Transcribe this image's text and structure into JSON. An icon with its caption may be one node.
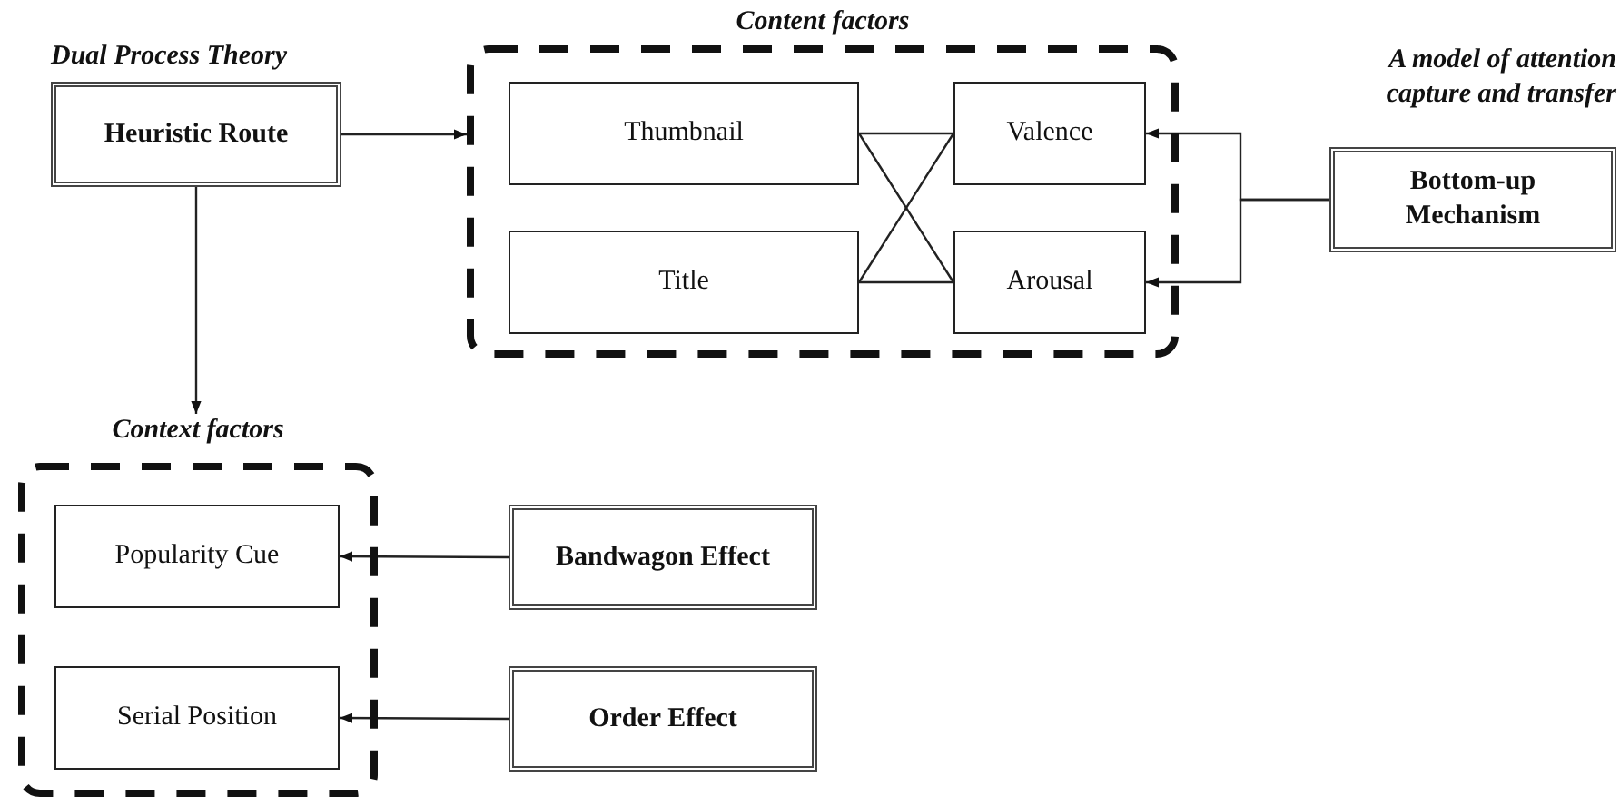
{
  "diagram": {
    "nodes": [
      {
        "text": [
          "Dual Process Theory",
          "Heuristic Route"
        ]
      },
      {
        "text": [
          "Content factors"
        ]
      },
      {
        "text": [
          "Thumbnail"
        ],
        "in": 1
      },
      {
        "text": [
          "Valence"
        ],
        "in": 1
      },
      {
        "text": [
          "Title"
        ],
        "in": 1
      },
      {
        "text": [
          "Arousal"
        ],
        "in": 1
      },
      {
        "text": [
          "A model of attention capture and transfer",
          "Bottom-up Mechanism"
        ]
      },
      {
        "text": [
          "Context factors"
        ]
      },
      {
        "text": [
          "Popularity Cue"
        ],
        "in": 7
      },
      {
        "text": [
          "Serial Position"
        ],
        "in": 7
      },
      {
        "text": [
          "Bandwagon Effect"
        ]
      },
      {
        "text": [
          "Order Effect"
        ]
      }
    ],
    "edges": [
      {
        "from": 0,
        "to": 1,
        "arrow": "to"
      },
      {
        "from": 0,
        "to": 7,
        "arrow": "to"
      },
      {
        "from": 2,
        "to": 3,
        "arrow": "none"
      },
      {
        "from": 2,
        "to": 5,
        "arrow": "none"
      },
      {
        "from": 4,
        "to": 3,
        "arrow": "none"
      },
      {
        "from": 4,
        "to": 5,
        "arrow": "none"
      },
      {
        "from": 6,
        "to": 3,
        "arrow": "to"
      },
      {
        "from": 6,
        "to": 5,
        "arrow": "to"
      },
      {
        "from": 10,
        "to": 8,
        "arrow": "to"
      },
      {
        "from": 11,
        "to": 9,
        "arrow": "to"
      }
    ]
  }
}
